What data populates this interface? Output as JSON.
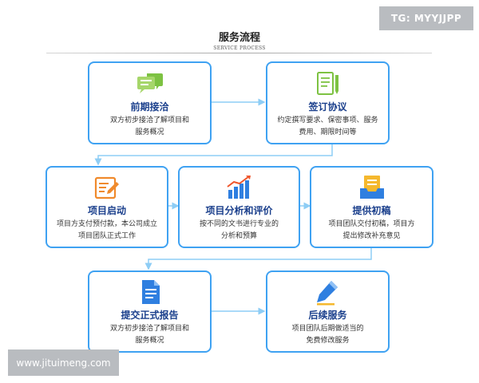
{
  "header": {
    "tag": "TG: MYYJJPP",
    "title": "服务流程",
    "subtitle": "SERVICE PROCESS"
  },
  "steps": [
    {
      "title": "前期接洽",
      "desc": [
        "双方初步接洽了解项目和",
        "服务概况"
      ],
      "icon": "chat-bubbles-icon"
    },
    {
      "title": "签订协议",
      "desc": [
        "约定撰写要求、保密事项、服务",
        "费用、期限时间等"
      ],
      "icon": "contract-pen-icon"
    },
    {
      "title": "项目启动",
      "desc": [
        "项目方支付预付款，本公司成立",
        "项目团队正式工作"
      ],
      "icon": "edit-form-icon"
    },
    {
      "title": "项目分析和评价",
      "desc": [
        "按不同的文书进行专业的",
        "分析和预算"
      ],
      "icon": "bar-chart-icon"
    },
    {
      "title": "提供初稿",
      "desc": [
        "项目团队交付初稿，项目方",
        "提出修改补充意见"
      ],
      "icon": "draft-tray-icon"
    },
    {
      "title": "提交正式报告",
      "desc": [
        "双方初步接洽了解项目和",
        "服务概况"
      ],
      "icon": "report-document-icon"
    },
    {
      "title": "后续服务",
      "desc": [
        "项目团队后期做适当的",
        "免费修改服务"
      ],
      "icon": "pencil-icon"
    }
  ],
  "colors": {
    "border": "#3fa2f2",
    "title": "#1a3f8c",
    "connector": "#8ecdf5",
    "orange": "#f08a2c",
    "blue": "#2f7fe0",
    "green": "#7dc242"
  },
  "footer": {
    "watermark": "www.jituimeng.com"
  }
}
